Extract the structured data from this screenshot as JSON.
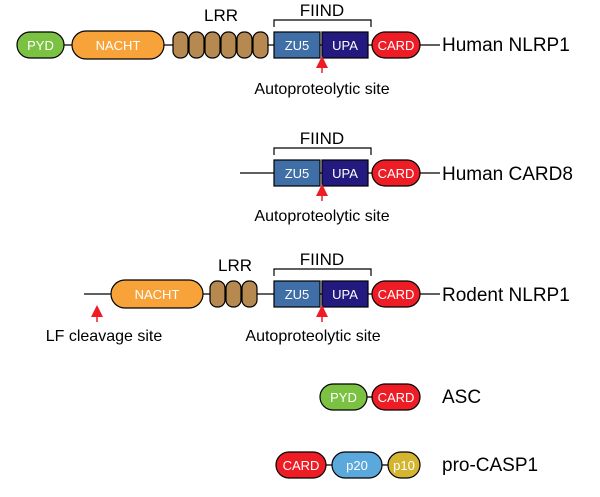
{
  "rows": {
    "human_nlrp1": {
      "name": "Human NLRP1",
      "lrr_label": "LRR",
      "fiind_label": "FIIND",
      "annotation": "Autoproteolytic site",
      "domains": {
        "pyd": "PYD",
        "nacht": "NACHT",
        "zu5": "ZU5",
        "upa": "UPA",
        "card": "CARD"
      }
    },
    "human_card8": {
      "name": "Human CARD8",
      "fiind_label": "FIIND",
      "annotation": "Autoproteolytic site",
      "domains": {
        "zu5": "ZU5",
        "upa": "UPA",
        "card": "CARD"
      }
    },
    "rodent_nlrp1": {
      "name": "Rodent NLRP1",
      "lrr_label": "LRR",
      "fiind_label": "FIIND",
      "annotation": "Autoproteolytic site",
      "lf_annotation": "LF cleavage site",
      "domains": {
        "nacht": "NACHT",
        "zu5": "ZU5",
        "upa": "UPA",
        "card": "CARD"
      }
    },
    "asc": {
      "name": "ASC",
      "domains": {
        "pyd": "PYD",
        "card": "CARD"
      }
    },
    "pro_casp1": {
      "name": "pro-CASP1",
      "domains": {
        "card": "CARD",
        "p20": "p20",
        "p10": "p10"
      }
    }
  },
  "colors": {
    "pyd": "#7cc242",
    "nacht": "#f8a33a",
    "lrr": "#b5894f",
    "zu5": "#3f6fa6",
    "upa": "#221a7e",
    "card": "#ee1c24",
    "p20": "#5aa8dc",
    "p10": "#d4b531",
    "arrow": "#ee1c24"
  }
}
